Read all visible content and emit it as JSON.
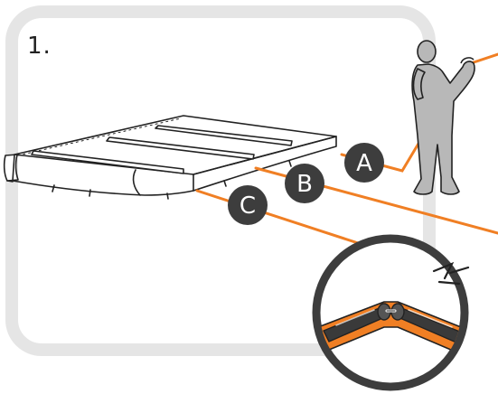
{
  "step": {
    "number": "1."
  },
  "labels": {
    "a": "A",
    "b": "B",
    "c": "C"
  },
  "colors": {
    "frame": "#e5e5e5",
    "accent": "#f07f24",
    "badge": "#3d3d3d",
    "figure": "#b8b8b8",
    "outline": "#222222"
  },
  "icons": {
    "person": "person-pulling-rope-icon",
    "detail": "cable-connector-detail-icon"
  }
}
